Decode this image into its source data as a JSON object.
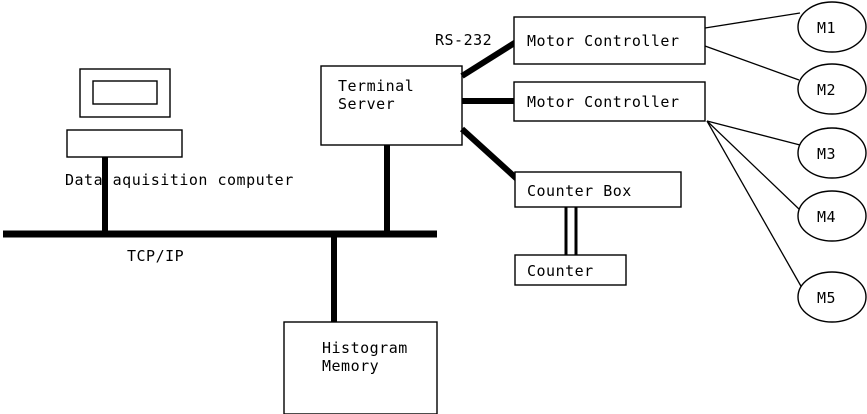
{
  "diagram": {
    "title": "Data acquisition system block diagram",
    "type": "block-diagram",
    "background_color": "#ffffff",
    "stroke_color": "#000000",
    "nodes": {
      "monitor_screen": {
        "shape": "rect"
      },
      "computer_base": {
        "shape": "rect"
      },
      "computer_caption": {
        "label": "Data aquisition computer"
      },
      "terminal_server": {
        "label_line1": "Terminal",
        "label_line2": "Server"
      },
      "motor_controller_1": {
        "label": "Motor Controller"
      },
      "motor_controller_2": {
        "label": "Motor Controller"
      },
      "counter_box": {
        "label": "Counter Box"
      },
      "counter": {
        "label": "Counter"
      },
      "histogram_memory": {
        "label_line1": "Histogram",
        "label_line2": "Memory"
      },
      "motors": [
        {
          "label": "M1"
        },
        {
          "label": "M2"
        },
        {
          "label": "M3"
        },
        {
          "label": "M4"
        },
        {
          "label": "M5"
        }
      ]
    },
    "edges": {
      "bus_label": "TCP/IP",
      "serial_label": "RS-232"
    }
  }
}
